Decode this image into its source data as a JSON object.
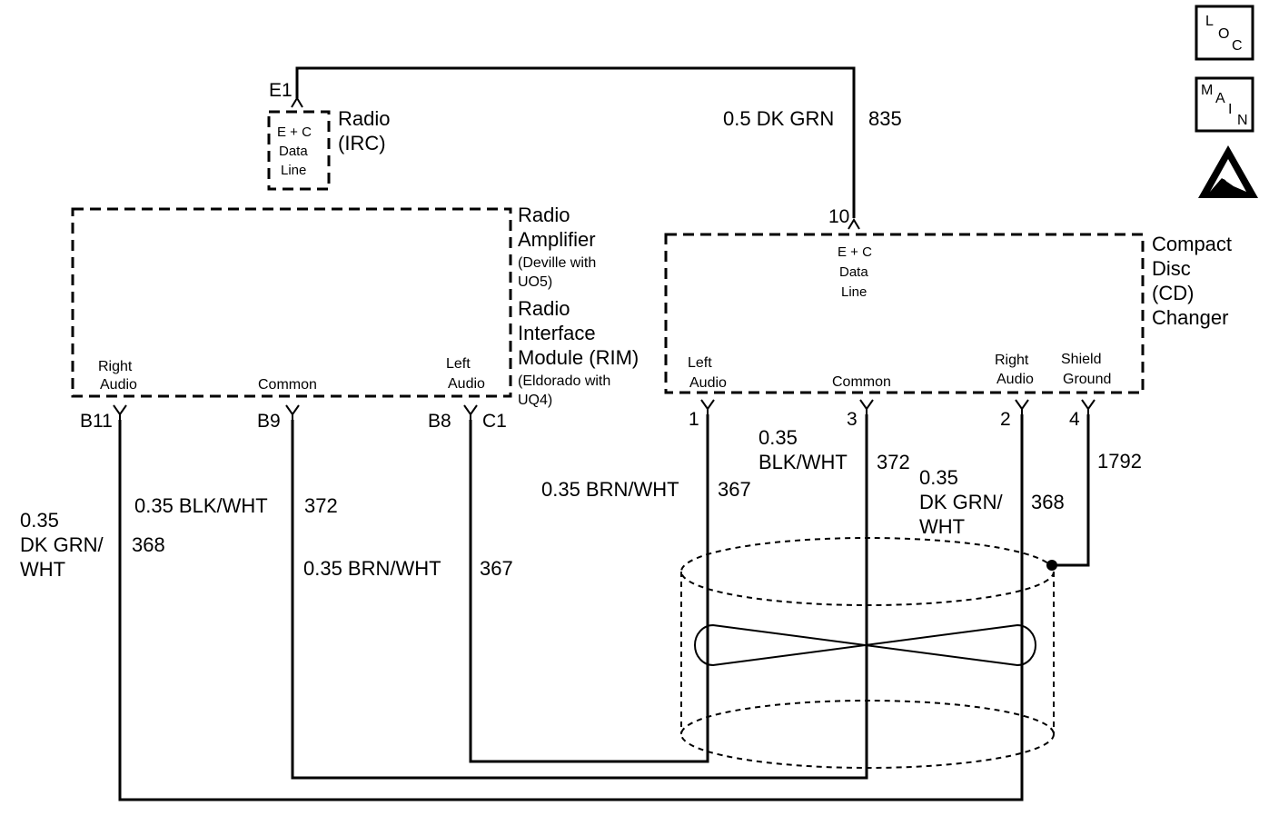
{
  "icons": {
    "loc": {
      "letters": [
        "L",
        "O",
        "C"
      ]
    },
    "main": {
      "letters": [
        "M",
        "A",
        "I",
        "N"
      ]
    },
    "esd": "esd-warning-icon"
  },
  "radio": {
    "connector": "E1",
    "name": [
      "Radio",
      "(IRC)"
    ],
    "pin_label": [
      "E + C",
      "Data",
      "Line"
    ]
  },
  "wire_835": {
    "gauge_color": "0.5 DK GRN",
    "circuit": "835"
  },
  "amplifier": {
    "name": [
      "Radio",
      "Amplifier",
      "(Deville with",
      "UO5)",
      "Radio",
      "Interface",
      "Module (RIM)",
      "(Eldorado with",
      "UQ4)"
    ],
    "pins": {
      "right_audio": [
        "Right",
        "Audio"
      ],
      "common": "Common",
      "left_audio": [
        "Left",
        "Audio"
      ]
    },
    "connectors": {
      "b11": "B11",
      "b9": "B9",
      "b8": "B8",
      "c1": "C1"
    }
  },
  "cd_changer": {
    "name": [
      "Compact",
      "Disc",
      "(CD)",
      "Changer"
    ],
    "pin_10": "10",
    "data_line": [
      "E + C",
      "Data",
      "Line"
    ],
    "pins": {
      "left_audio": [
        "Left",
        "Audio"
      ],
      "common": "Common",
      "right_audio": [
        "Right",
        "Audio"
      ],
      "shield_ground": [
        "Shield",
        "Ground"
      ]
    },
    "pin_numbers": {
      "p1": "1",
      "p3": "3",
      "p2": "2",
      "p4": "4"
    }
  },
  "wires": {
    "left_368": {
      "gauge": "0.35",
      "color": [
        "DK GRN/",
        "WHT"
      ],
      "circuit": "368"
    },
    "left_372": {
      "gauge_color": "0.35 BLK/WHT",
      "circuit": "372"
    },
    "left_367": {
      "gauge_color": "0.35 BRN/WHT",
      "circuit": "367"
    },
    "right_367": {
      "gauge_color": "0.35 BRN/WHT",
      "circuit": "367"
    },
    "right_372": {
      "gauge": "0.35",
      "color": "BLK/WHT",
      "circuit": "372"
    },
    "right_368": {
      "gauge": "0.35",
      "color": [
        "DK GRN/",
        "WHT"
      ],
      "circuit": "368"
    },
    "shield_1792": {
      "circuit": "1792"
    }
  }
}
